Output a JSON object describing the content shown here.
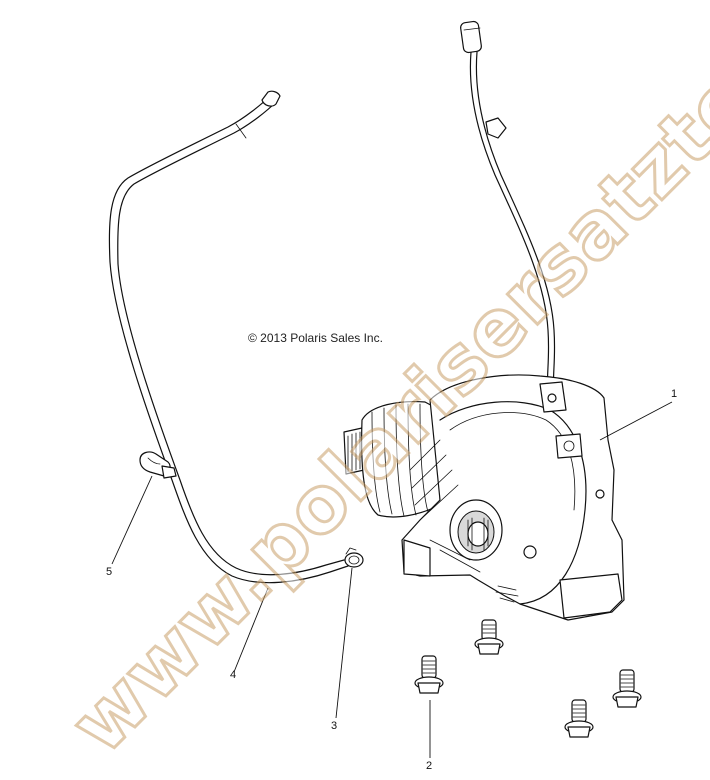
{
  "diagram": {
    "copyright": "© 2013 Polaris Sales Inc.",
    "watermark": "www.polarisersatzteile.de",
    "callouts": [
      {
        "id": "1",
        "label": "1"
      },
      {
        "id": "2",
        "label": "2"
      },
      {
        "id": "3",
        "label": "3"
      },
      {
        "id": "4",
        "label": "4"
      },
      {
        "id": "5",
        "label": "5"
      }
    ],
    "parts": [
      {
        "callout": "1",
        "icon": "gearcase-icon"
      },
      {
        "callout": "2",
        "icon": "bolt-icon"
      },
      {
        "callout": "3",
        "icon": "hose-clamp-icon"
      },
      {
        "callout": "4",
        "icon": "vent-hose-icon"
      },
      {
        "callout": "5",
        "icon": "hose-clip-icon"
      }
    ]
  }
}
